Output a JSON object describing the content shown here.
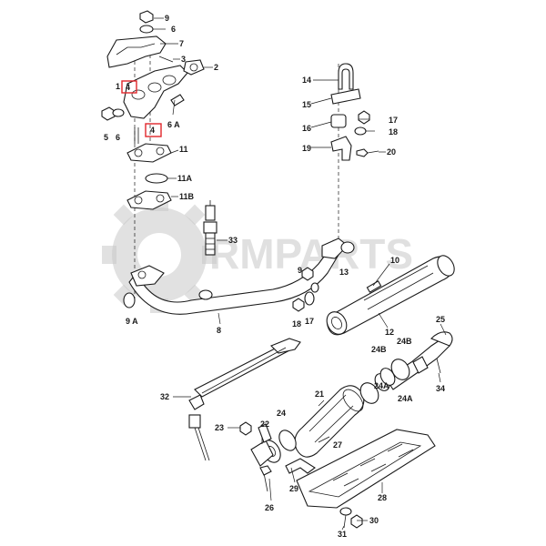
{
  "watermark": {
    "text": "RMPARTS"
  },
  "colors": {
    "highlight": "#e0262b",
    "watermark": "#c8c8c8",
    "ink": "#1a1a1a"
  },
  "highlighted_callouts": [
    "4",
    "4"
  ],
  "callouts": [
    "9",
    "6",
    "7",
    "3",
    "2",
    "1",
    "4",
    "5",
    "6",
    "6 A",
    "4",
    "11",
    "11A",
    "11B",
    "33",
    "9",
    "13",
    "10",
    "18",
    "17",
    "9 A",
    "8",
    "12",
    "14",
    "15",
    "17",
    "16",
    "18",
    "19",
    "20",
    "25",
    "24B",
    "24A",
    "24B",
    "24A",
    "32",
    "21",
    "24",
    "22",
    "23",
    "27",
    "26",
    "29",
    "28",
    "30",
    "31",
    "34"
  ]
}
